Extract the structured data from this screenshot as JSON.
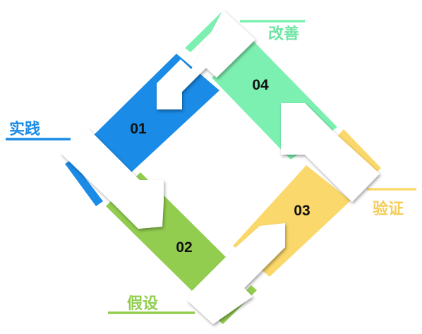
{
  "colors": {
    "blue": "#1a8be6",
    "green": "#92cd50",
    "yellow": "#fbd86b",
    "mint": "#7cf0b0",
    "panel": "#ffffff"
  },
  "stages": [
    {
      "number": "01",
      "label": "实践",
      "color": "#1a8be6",
      "label_color": "#1a8be6"
    },
    {
      "number": "02",
      "label": "假设",
      "color": "#92cd50",
      "label_color": "#92cd50"
    },
    {
      "number": "03",
      "label": "验证",
      "color": "#fbd86b",
      "label_color": "#f5cd58"
    },
    {
      "number": "04",
      "label": "改善",
      "color": "#7cf0b0",
      "label_color": "#6ee6a4"
    }
  ]
}
